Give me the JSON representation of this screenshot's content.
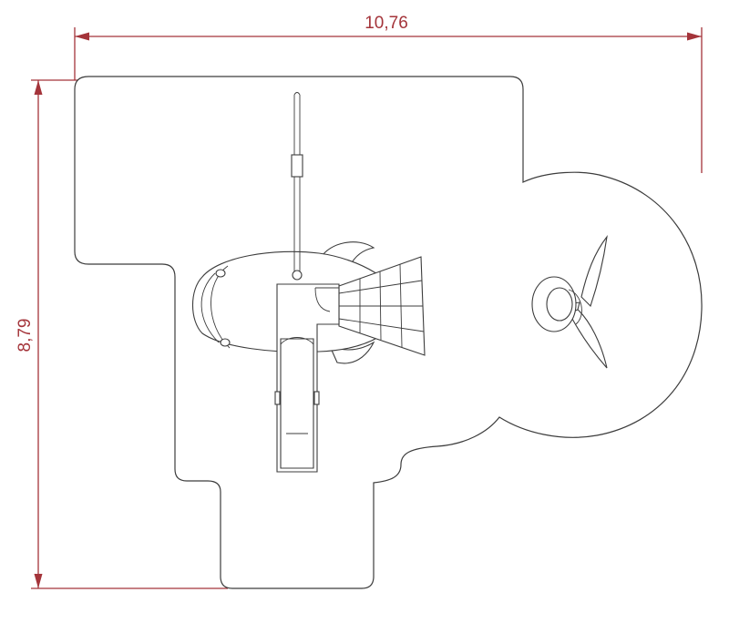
{
  "dimensions": {
    "width_label": "10,76",
    "height_label": "8,79"
  },
  "colors": {
    "dimension": "#a4343a",
    "outline": "#3c3c3c",
    "background": "#ffffff"
  },
  "components": [
    "safety-surface-outline",
    "fish-body",
    "tower-platform",
    "slide",
    "climbing-net",
    "pole",
    "propeller-fan"
  ]
}
